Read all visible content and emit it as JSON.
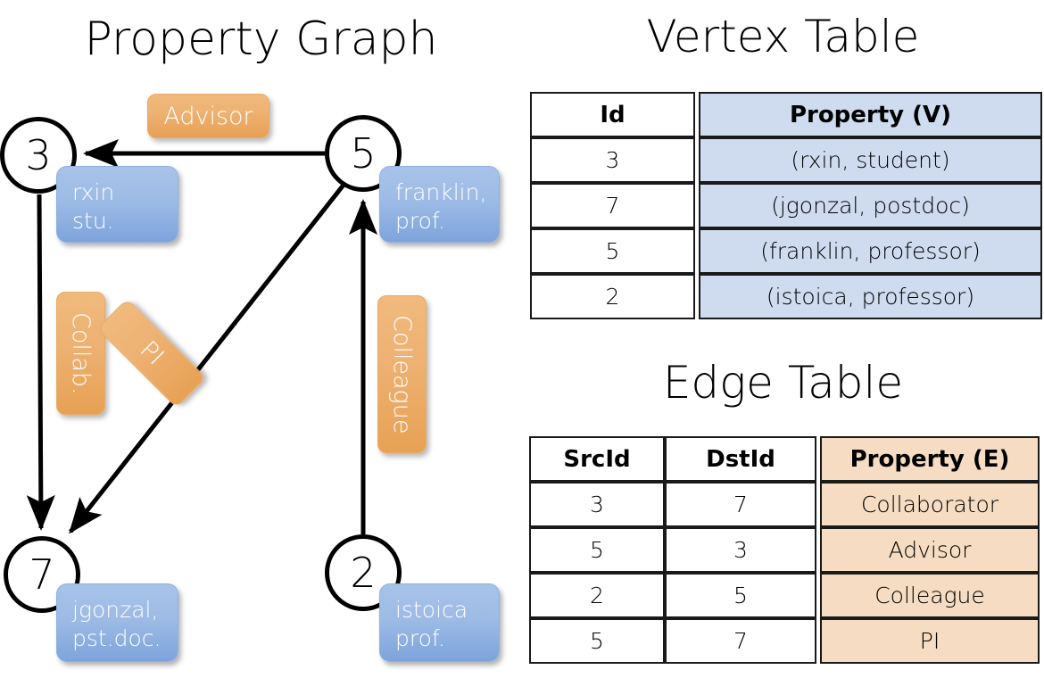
{
  "titles": {
    "property_graph": "Property Graph",
    "vertex_table": "Vertex Table",
    "edge_table": "Edge Table"
  },
  "colors": {
    "vertex_property_fill": "#cfdcef",
    "edge_property_fill": "#f5dcc2",
    "node_property_box": "#9dbbe6",
    "edge_label_box": "#eeb274",
    "stroke": "#000000"
  },
  "graph": {
    "nodes": [
      {
        "id": "3",
        "label": "3",
        "property_lines": [
          "rxin",
          "stu."
        ]
      },
      {
        "id": "5",
        "label": "5",
        "property_lines": [
          "franklin,",
          "prof."
        ]
      },
      {
        "id": "7",
        "label": "7",
        "property_lines": [
          "jgonzal,",
          "pst.doc."
        ]
      },
      {
        "id": "2",
        "label": "2",
        "property_lines": [
          "istoica",
          "prof."
        ]
      }
    ],
    "edge_labels": [
      {
        "name": "advisor",
        "text": "Advisor",
        "orientation": "horizontal"
      },
      {
        "name": "collab",
        "text": "Collab.",
        "orientation": "vertical"
      },
      {
        "name": "pi",
        "text": "PI",
        "orientation": "diagonal"
      },
      {
        "name": "colleague",
        "text": "Colleague",
        "orientation": "vertical"
      }
    ],
    "edges": [
      {
        "src": "5",
        "dst": "3",
        "label": "Advisor"
      },
      {
        "src": "3",
        "dst": "7",
        "label": "Collab."
      },
      {
        "src": "5",
        "dst": "7",
        "label": "PI"
      },
      {
        "src": "2",
        "dst": "5",
        "label": "Colleague"
      }
    ]
  },
  "vertex_table": {
    "headers": [
      "Id",
      "Property (V)"
    ],
    "rows": [
      {
        "id": "3",
        "property": "(rxin, student)"
      },
      {
        "id": "7",
        "property": "(jgonzal, postdoc)"
      },
      {
        "id": "5",
        "property": "(franklin, professor)"
      },
      {
        "id": "2",
        "property": "(istoica, professor)"
      }
    ]
  },
  "edge_table": {
    "headers": [
      "SrcId",
      "DstId",
      "Property (E)"
    ],
    "rows": [
      {
        "src": "3",
        "dst": "7",
        "property": "Collaborator"
      },
      {
        "src": "5",
        "dst": "3",
        "property": "Advisor"
      },
      {
        "src": "2",
        "dst": "5",
        "property": "Colleague"
      },
      {
        "src": "5",
        "dst": "7",
        "property": "PI"
      }
    ]
  }
}
